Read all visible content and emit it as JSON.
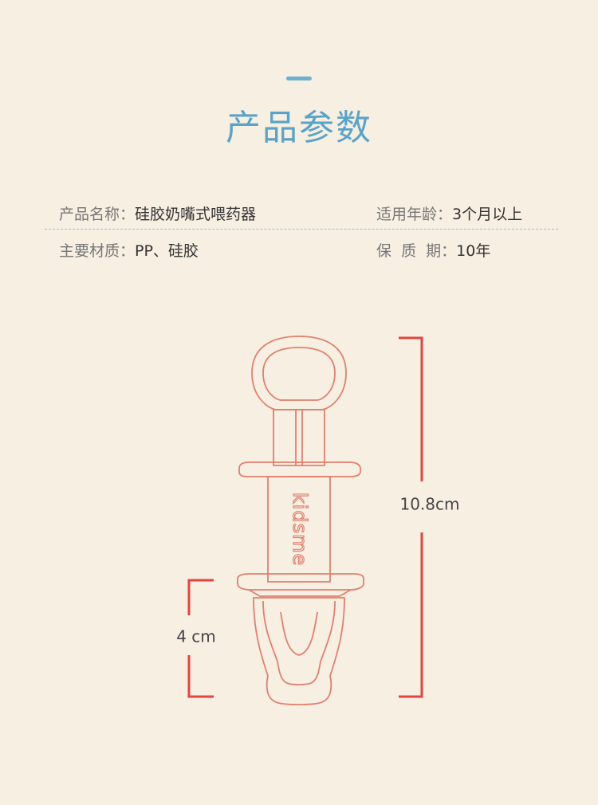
{
  "section": {
    "title": "产品参数"
  },
  "specs": {
    "name_label": "产品名称：",
    "name_value": "硅胶奶嘴式喂药器",
    "age_label": "适用年龄：",
    "age_value": "3个月以上",
    "material_label": "主要材质：",
    "material_value": "PP、硅胶",
    "shelf_label": "保  质  期：",
    "shelf_value": "10年"
  },
  "product": {
    "brand": "kidsme",
    "total_height": "10.8cm",
    "nipple_height": "4 cm"
  },
  "colors": {
    "background": "#f6efe2",
    "title": "#5aa3c8",
    "outline": "#e0806f",
    "dimension": "#e2453f"
  }
}
